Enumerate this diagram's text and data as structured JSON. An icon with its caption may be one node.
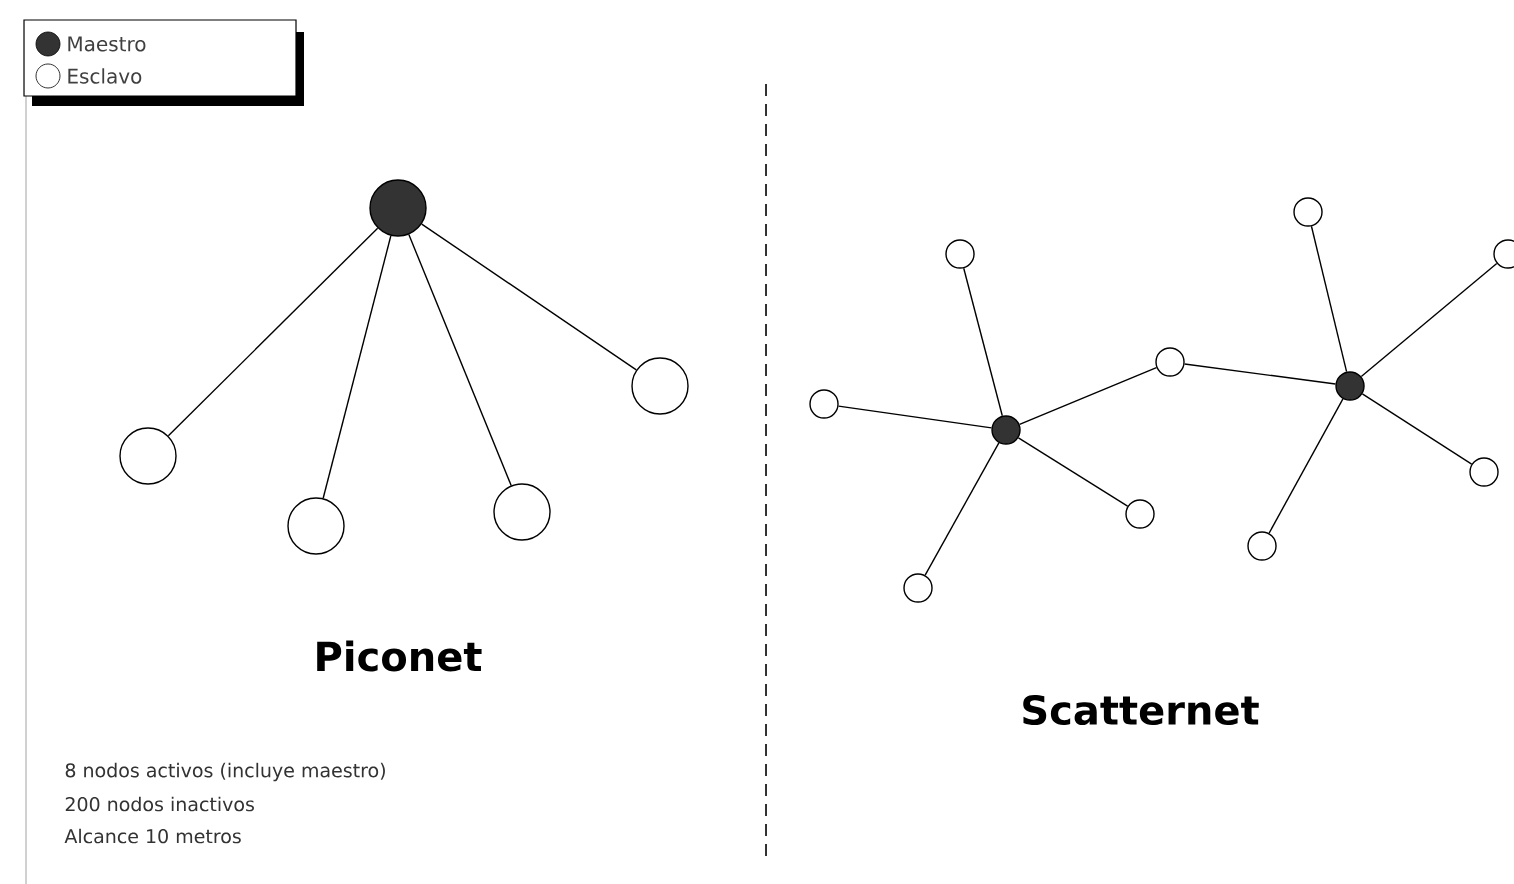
{
  "diagram": {
    "nodes": [
      {
        "text": [],
        "shape": "circle"
      },
      {
        "text": [],
        "shape": "circle"
      },
      {
        "text": [],
        "shape": "circle"
      },
      {
        "text": [],
        "shape": "circle"
      },
      {
        "text": [],
        "shape": "circle"
      },
      {
        "text": [],
        "shape": "circle"
      },
      {
        "text": [],
        "shape": "circle"
      },
      {
        "text": [],
        "shape": "circle"
      },
      {
        "text": [],
        "shape": "circle"
      },
      {
        "text": [],
        "shape": "circle"
      },
      {
        "text": [],
        "shape": "circle"
      },
      {
        "text": [],
        "shape": "circle"
      },
      {
        "text": [],
        "shape": "circle"
      },
      {
        "text": [],
        "shape": "circle"
      },
      {
        "text": [],
        "shape": "circle"
      },
      {
        "text": [],
        "shape": "circle"
      }
    ],
    "edges": [
      {
        "from": 0,
        "to": 1,
        "arrow": "none"
      },
      {
        "from": 0,
        "to": 2,
        "arrow": "none"
      },
      {
        "from": 0,
        "to": 3,
        "arrow": "none"
      },
      {
        "from": 0,
        "to": 4,
        "arrow": "none"
      },
      {
        "from": 8,
        "to": 7,
        "arrow": "none"
      },
      {
        "from": 8,
        "to": 5,
        "arrow": "none"
      },
      {
        "from": 8,
        "to": 10,
        "arrow": "none"
      },
      {
        "from": 8,
        "to": 9,
        "arrow": "none"
      },
      {
        "from": 8,
        "to": 6,
        "arrow": "none"
      },
      {
        "from": 13,
        "to": 10,
        "arrow": "none"
      },
      {
        "from": 13,
        "to": 12,
        "arrow": "none"
      },
      {
        "from": 13,
        "to": 15,
        "arrow": "none"
      },
      {
        "from": 13,
        "to": 14,
        "arrow": "none"
      },
      {
        "from": 13,
        "to": 11,
        "arrow": "none"
      }
    ],
    "labels": [
      "Piconet",
      "Scatternet",
      "8 nodos activos (incluye maestro)",
      "200 nodos inactivos",
      "Alcance 10 metros"
    ],
    "legend": [
      {
        "text": "Maestro",
        "color": "#333333"
      },
      {
        "text": "Esclavo"
      }
    ]
  }
}
